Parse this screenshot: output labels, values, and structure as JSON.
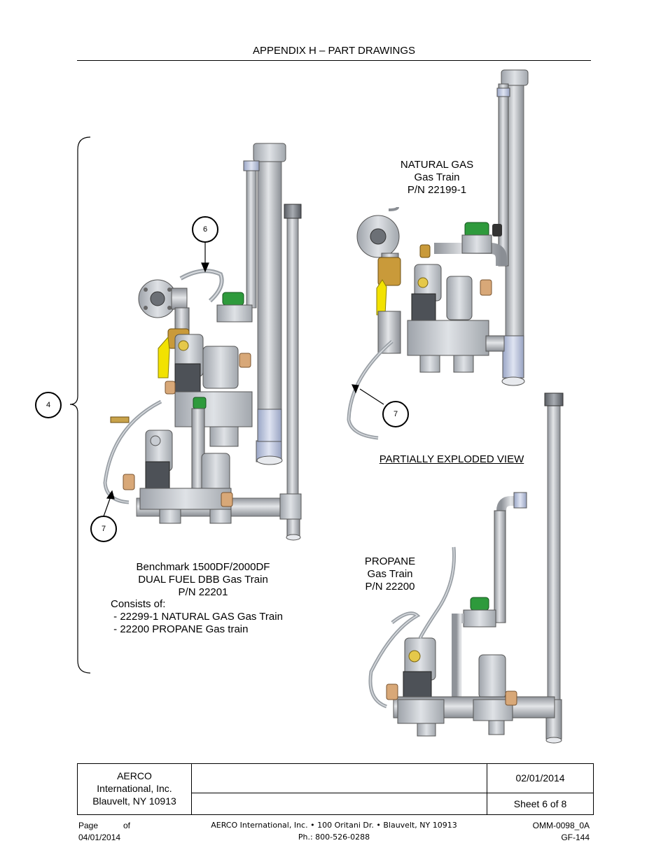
{
  "header": {
    "title": "APPENDIX H – PART DRAWINGS"
  },
  "labels": {
    "natural_gas": [
      "NATURAL GAS",
      "Gas Train",
      "P/N 22199-1"
    ],
    "exploded_view": "PARTIALLY EXPLODED VIEW",
    "propane": [
      "PROPANE",
      "Gas Train",
      "P/N 22200"
    ],
    "dual_fuel": [
      "Benchmark 1500DF/2000DF",
      " DUAL FUEL DBB Gas Train",
      "P/N 22201"
    ],
    "consists_of": "Consists of:",
    "consists_items": [
      " - 22299-1 NATURAL GAS Gas Train",
      " - 22200 PROPANE Gas train"
    ]
  },
  "callouts": {
    "c4": "4",
    "c6": "6",
    "c7_left": "7",
    "c7_right": "7"
  },
  "title_block": {
    "company": [
      "AERCO",
      "International, Inc.",
      "Blauvelt, NY 10913"
    ],
    "date": "02/01/2014",
    "sheet": "Sheet 6 of 8"
  },
  "footer": {
    "page_label": "Page",
    "of_label": "of",
    "date": "04/01/2014",
    "address": "AERCO International, Inc. • 100 Oritani Dr. •  Blauvelt, NY 10913",
    "phone": "Ph.: 800-526-0288",
    "doc_id": "OMM-0098_0A",
    "gf": "GF-144"
  },
  "colors": {
    "pipe": "#b9bcc0",
    "pipe_dark": "#7d8187",
    "valve_body": "#c8ccd2",
    "brass": "#c99a3a",
    "yellow_handle": "#f2e200",
    "green_solenoid": "#2e9a3c",
    "tan_switch": "#d8a878"
  }
}
